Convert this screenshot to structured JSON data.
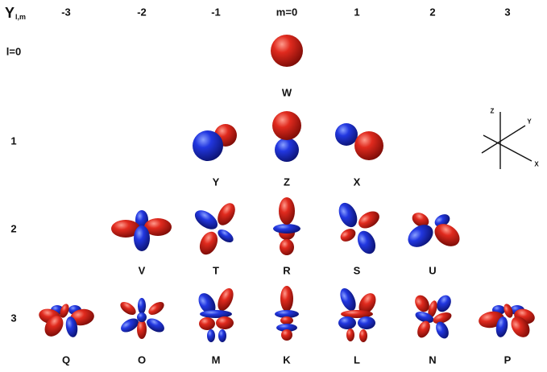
{
  "header": {
    "symbol": "Y",
    "subscript": "l,m"
  },
  "m_labels": [
    "-3",
    "-2",
    "-1",
    "m=0",
    "1",
    "2",
    "3"
  ],
  "l_labels": [
    "l=0",
    "1",
    "2",
    "3"
  ],
  "orbital_letters": {
    "W": "W",
    "Y": "Y",
    "Z": "Z",
    "X": "X",
    "V": "V",
    "T": "T",
    "R": "R",
    "S": "S",
    "U": "U",
    "Q": "Q",
    "O": "O",
    "M": "M",
    "K": "K",
    "L": "L",
    "N": "N",
    "P": "P"
  },
  "axes": {
    "z": "Z",
    "y": "Y",
    "x": "X"
  },
  "colors": {
    "positive_lobe": "#d8231a",
    "negative_lobe": "#1e2fd8",
    "text": "#111111"
  }
}
